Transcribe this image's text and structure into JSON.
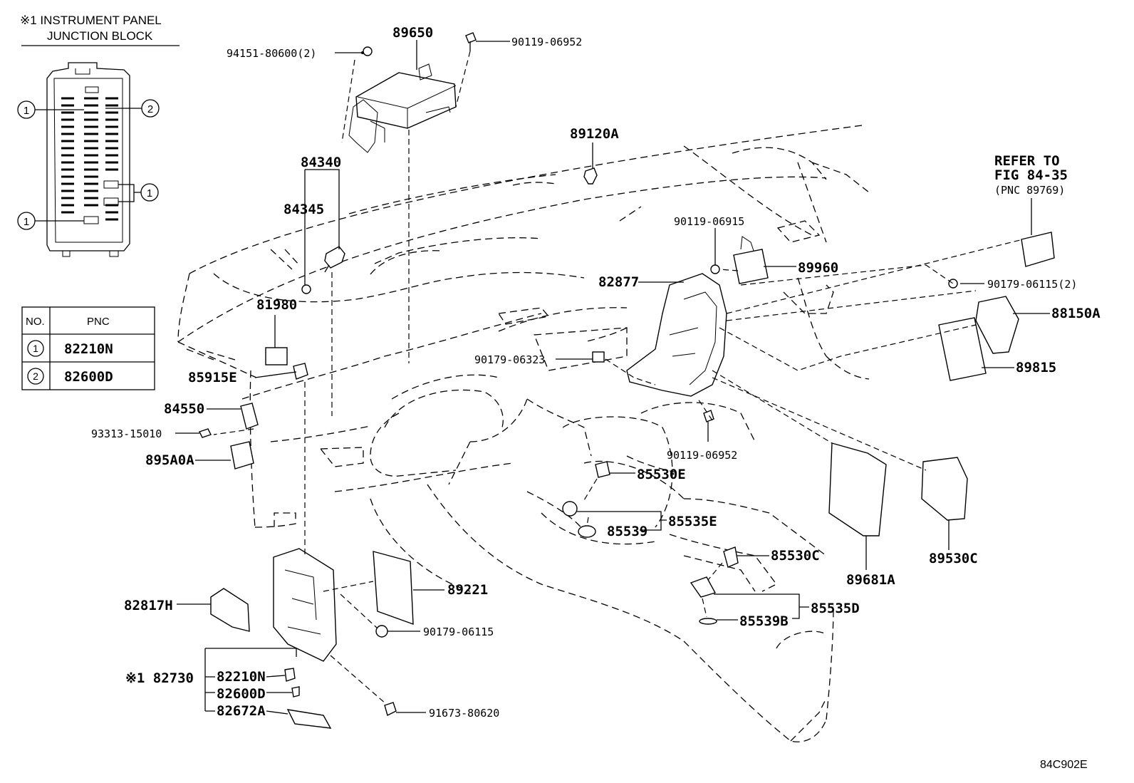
{
  "legend": {
    "title_line1": "※1 INSTRUMENT PANEL",
    "title_line2": "JUNCTION BLOCK",
    "markers": [
      "1",
      "2",
      "1",
      "1"
    ]
  },
  "pnc_table": {
    "headers": [
      "NO.",
      "PNC"
    ],
    "rows": [
      {
        "no": "1",
        "pnc": "82210N"
      },
      {
        "no": "2",
        "pnc": "82600D"
      }
    ]
  },
  "refer": {
    "line1": "REFER TO",
    "line2": "FIG 84-35",
    "line3": "(PNC 89769)"
  },
  "parts": {
    "p89650": "89650",
    "p94151": "94151-80600(2)",
    "p90119a": "90119-06952",
    "p89120a": "89120A",
    "p84340": "84340",
    "p84345": "84345",
    "p81980": "81980",
    "p85915e": "85915E",
    "p84550": "84550",
    "p93313": "93313-15010",
    "p895a0a": "895A0A",
    "p90119b": "90119-06915",
    "p89960": "89960",
    "p82877": "82877",
    "p90179a": "90179-06115(2)",
    "p88150a": "88150A",
    "p89815": "89815",
    "p90179b": "90179-06323",
    "p90119c": "90119-06952",
    "p85530e": "85530E",
    "p85535e": "85535E",
    "p85539": "85539",
    "p85530c": "85530C",
    "p85535d": "85535D",
    "p85539b": "85539B",
    "p89681a": "89681A",
    "p89530c": "89530C",
    "p89221": "89221",
    "p90179c": "90179-06115",
    "p82817h": "82817H",
    "p82730": "※1 82730",
    "p82210n": "82210N",
    "p82600d": "82600D",
    "p82672a": "82672A",
    "p91673": "91673-80620"
  },
  "figure_code": "84C902E"
}
